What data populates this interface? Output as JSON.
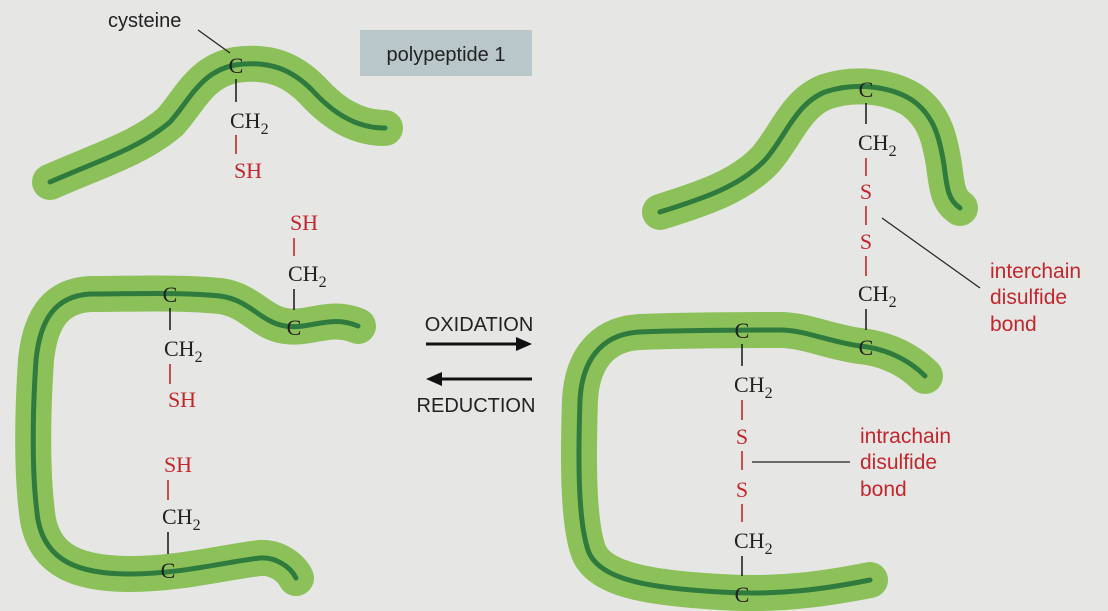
{
  "colors": {
    "background": "#e6e6e5",
    "chain_halo": "#8cc15a",
    "chain_core": "#2f7a3d",
    "sulfur": "#c1272d",
    "carbon": "#222222",
    "label_box": "#b9c7cb",
    "arrow": "#111111"
  },
  "labels": {
    "cysteine": "cysteine",
    "polypeptide": "polypeptide 1",
    "oxidation": "OXIDATION",
    "reduction": "REDUCTION",
    "interchain": [
      "interchain",
      "disulfide",
      "bond"
    ],
    "intrachain": [
      "intrachain",
      "disulfide",
      "bond"
    ]
  },
  "chem": {
    "carbon": "C",
    "ch": "CH",
    "sub": "2",
    "sh": "SH",
    "s": "S"
  }
}
